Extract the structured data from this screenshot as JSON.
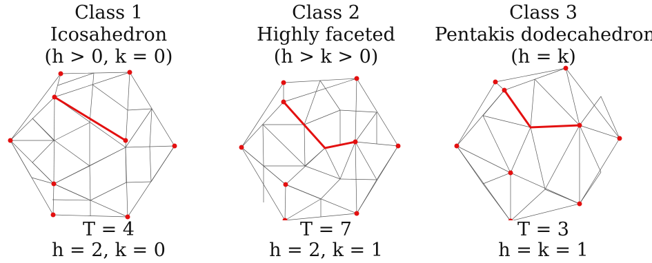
{
  "panels": [
    {
      "class_label": "Class 1",
      "name": "Icosahedron",
      "condition": "(h > 0, k = 0)",
      "t_number": "T = 4",
      "hk": "h = 2, k = 0"
    },
    {
      "class_label": "Class 2",
      "name": "Highly faceted",
      "condition": "(h > k > 0)",
      "t_number": "T = 7",
      "hk": "h = 2, k = 1"
    },
    {
      "class_label": "Class 3",
      "name": "Pentakis dodecahedron",
      "condition": "(h = k)",
      "t_number": "T = 3",
      "hk": "h = k = 1"
    }
  ],
  "colors": {
    "path": "#e31010",
    "vertex": "#e31010",
    "mesh": "#555555"
  }
}
